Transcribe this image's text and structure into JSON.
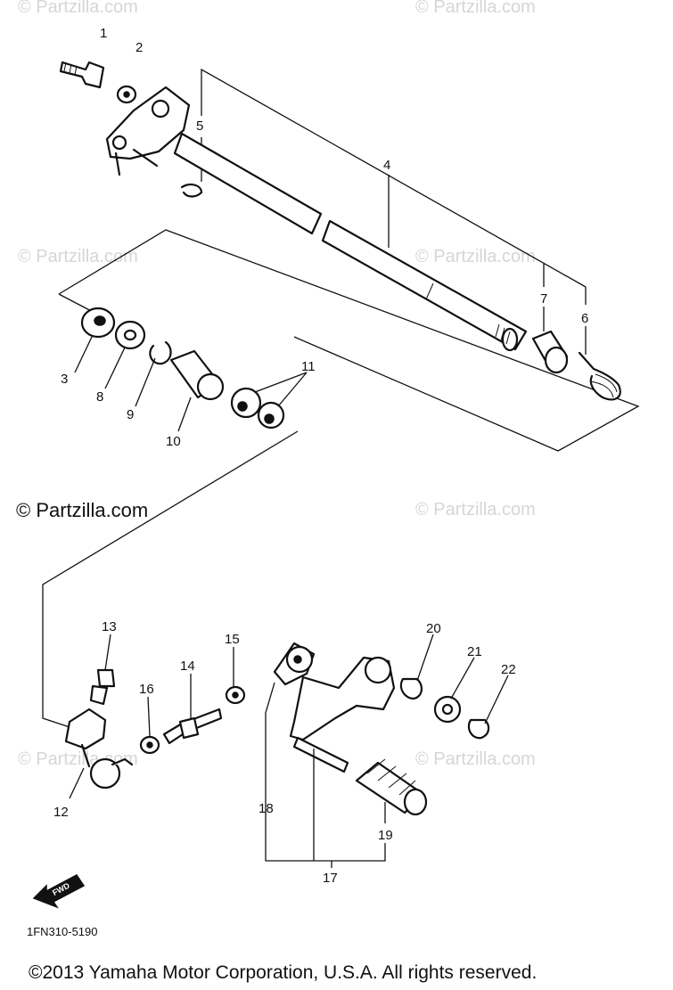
{
  "watermarks": {
    "main": "© Partzilla.com",
    "faint": "© Partzilla.com"
  },
  "callouts": [
    "1",
    "2",
    "3",
    "4",
    "5",
    "6",
    "7",
    "8",
    "9",
    "10",
    "11",
    "12",
    "13",
    "14",
    "15",
    "16",
    "17",
    "18",
    "19",
    "20",
    "21",
    "22"
  ],
  "diagram_code": "1FN310-5190",
  "fwd_label": "FWD",
  "copyright": "©2013  Yamaha Motor Corporation, U.S.A. All rights reserved."
}
